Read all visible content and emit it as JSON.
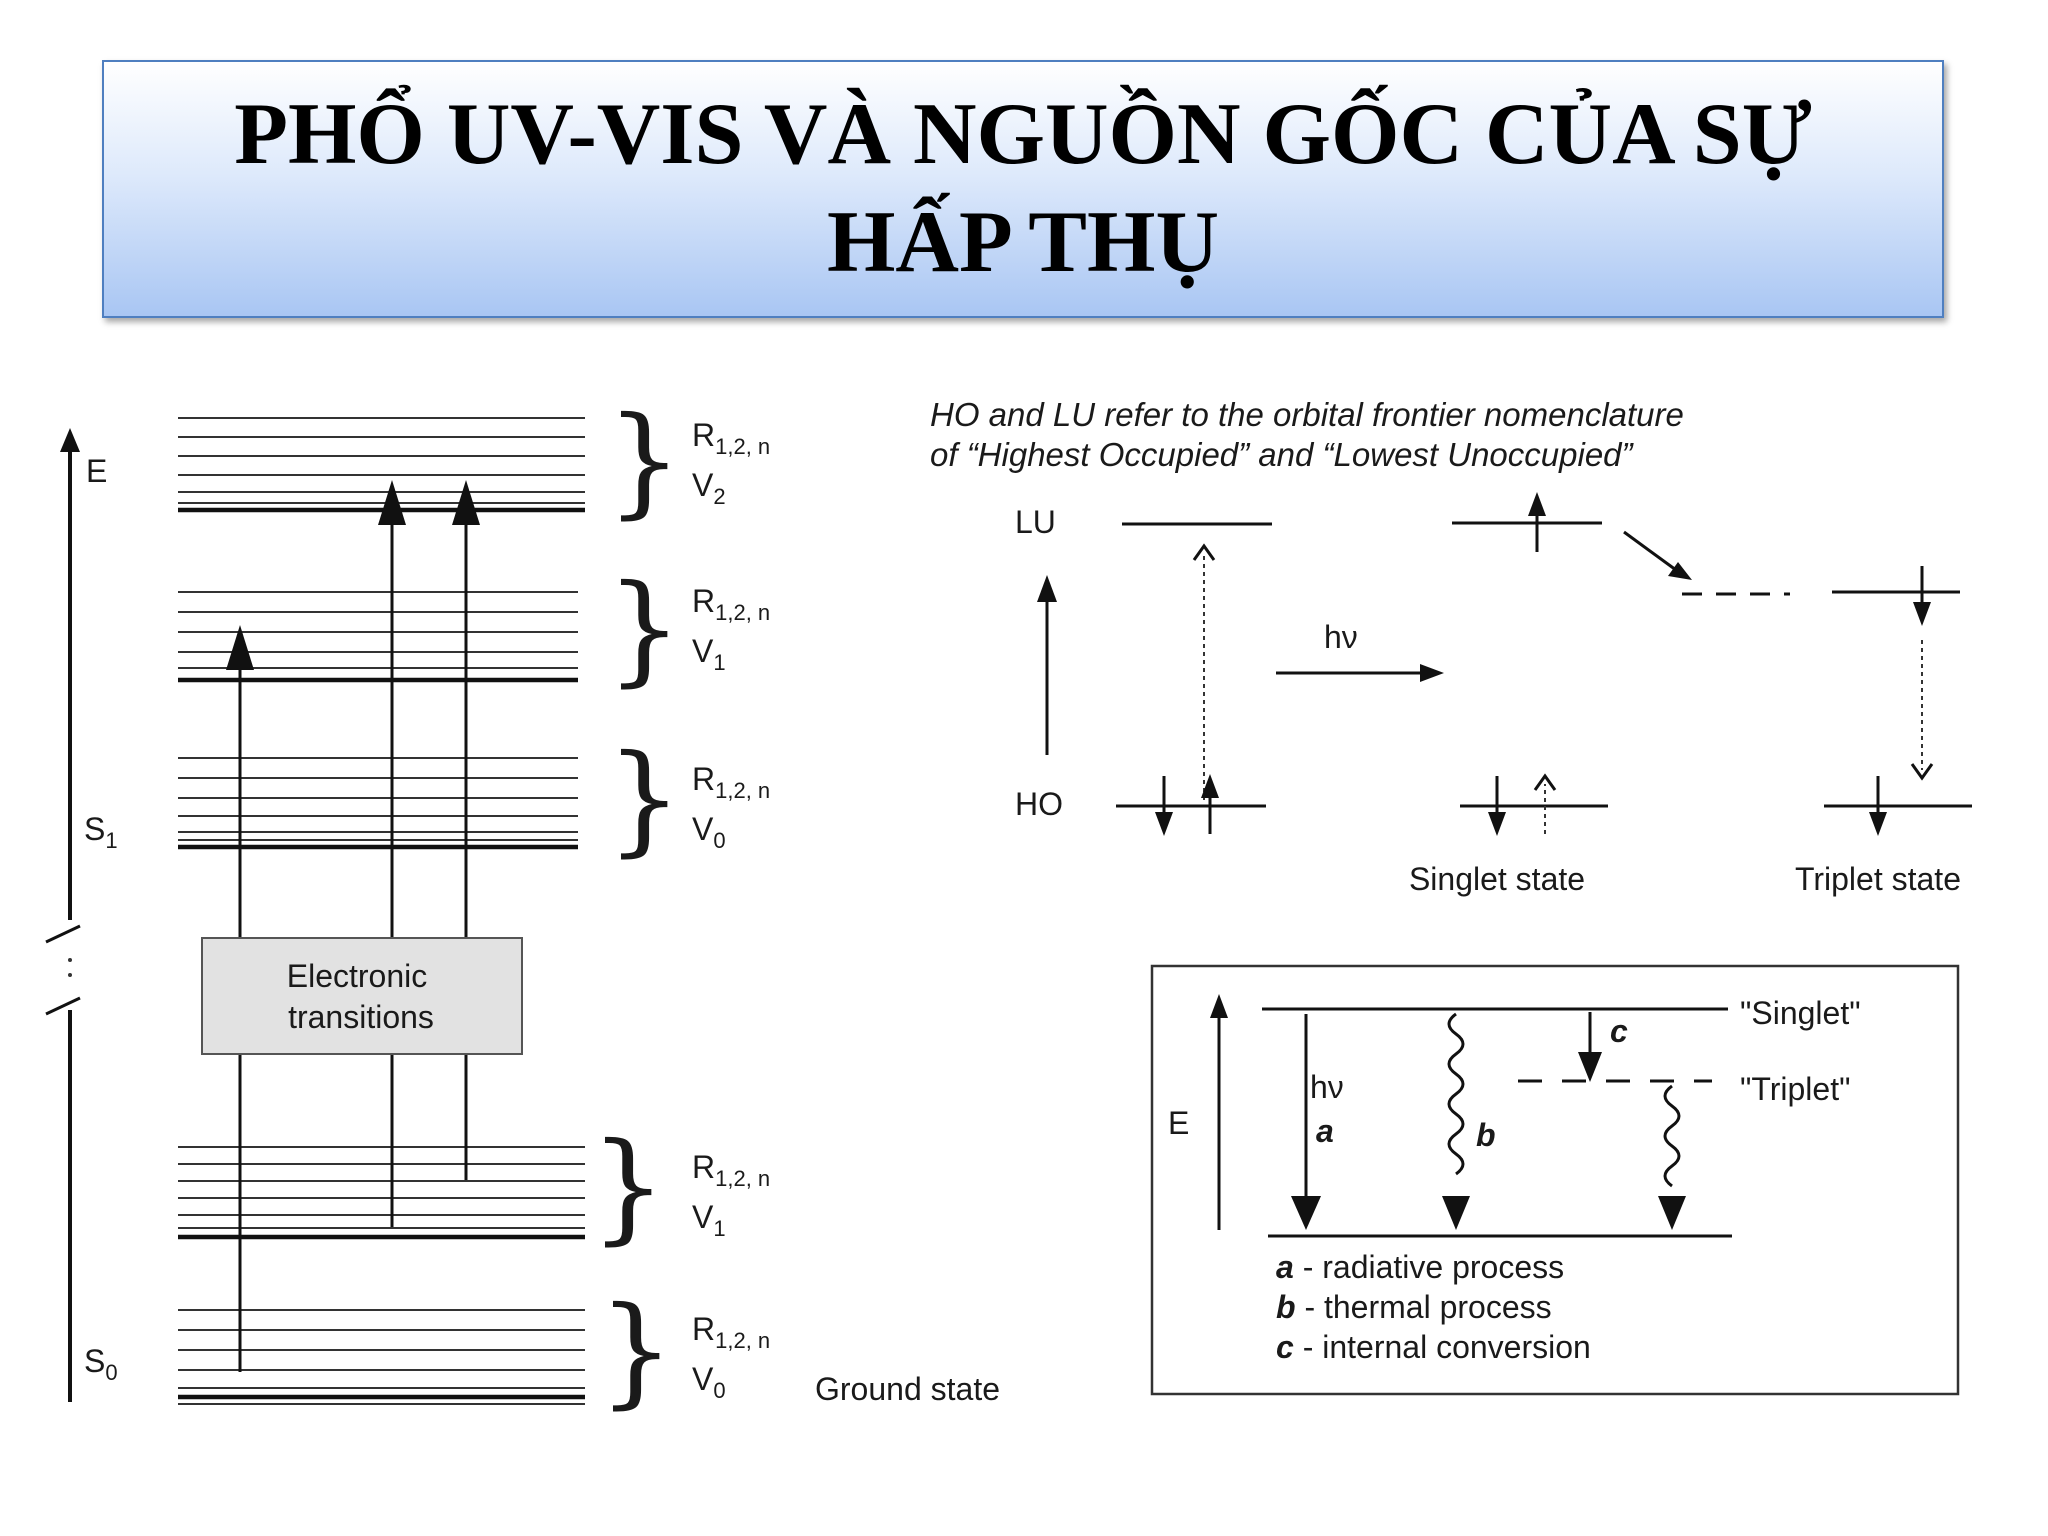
{
  "slide": {
    "title": "PHỔ UV-VIS VÀ NGUỒN GỐC CỦA SỰ HẤP THỤ"
  },
  "left_diagram": {
    "axis_label": "E",
    "state_labels": [
      {
        "main": "S",
        "sub": "1"
      },
      {
        "main": "S",
        "sub": "0"
      }
    ],
    "band_groups": [
      {
        "r_main": "R",
        "r_sub": "1,2, n",
        "v_main": "V",
        "v_sub": "2"
      },
      {
        "r_main": "R",
        "r_sub": "1,2, n",
        "v_main": "V",
        "v_sub": "1"
      },
      {
        "r_main": "R",
        "r_sub": "1,2, n",
        "v_main": "V",
        "v_sub": "0"
      },
      {
        "r_main": "R",
        "r_sub": "1,2, n",
        "v_main": "V",
        "v_sub": "1"
      },
      {
        "r_main": "R",
        "r_sub": "1,2, n",
        "v_main": "V",
        "v_sub": "0"
      }
    ],
    "box_line1": "Electronic",
    "box_line2": "transitions",
    "ground_state": "Ground state",
    "brace": "}"
  },
  "top_right_diagram": {
    "caption_line1": "HO and LU refer to the orbital frontier nomenclature",
    "caption_line2": "of “Highest Occupied” and “Lowest Unoccupied”",
    "lu_label": "LU",
    "ho_label": "HO",
    "photon_label": "hν",
    "singlet_label": "Singlet state",
    "triplet_label": "Triplet state"
  },
  "bottom_right_diagram": {
    "axis_label": "E",
    "singlet_label": "\"Singlet\"",
    "triplet_label": "\"Triplet\"",
    "photon_label": "hν",
    "letter_a": "a",
    "letter_b": "b",
    "letter_c": "c",
    "legend": [
      {
        "key": "a",
        "text": " - radiative process"
      },
      {
        "key": "b",
        "text": " - thermal process"
      },
      {
        "key": "c",
        "text": " - internal conversion"
      }
    ]
  }
}
